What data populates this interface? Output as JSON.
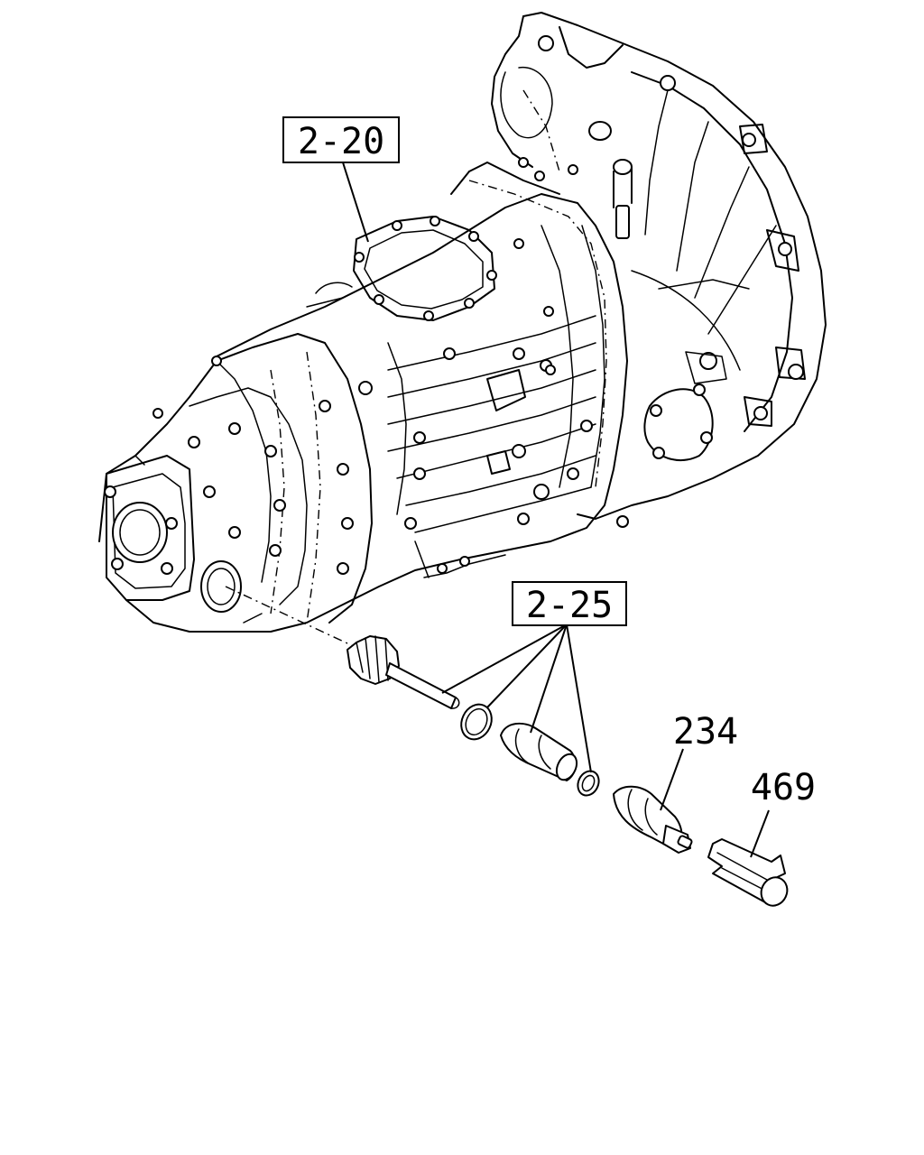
{
  "callouts": {
    "ref_2_20": "2-20",
    "ref_2_25": "2-25",
    "part_234": "234",
    "part_469": "469"
  }
}
